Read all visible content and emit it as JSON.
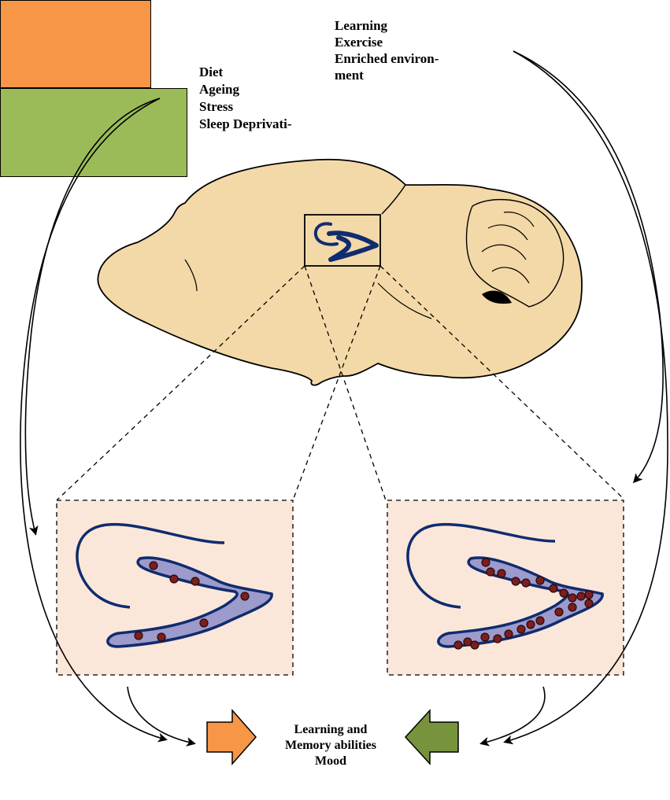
{
  "negative_factors": {
    "items": [
      "Diet",
      "Ageing",
      "Stress",
      "Sleep Deprivati-"
    ],
    "color": "#F79646"
  },
  "positive_factors": {
    "items": [
      "Learning",
      "Exercise",
      "Enriched environ-",
      "ment"
    ],
    "color": "#9BBB59"
  },
  "outcome": {
    "lines": [
      "Learning and",
      "Memory abilities",
      "Mood"
    ]
  },
  "colors": {
    "brain_fill": "#F3D9A8",
    "hippocampus_stroke": "#0F2C6E",
    "dentate_fill": "#9D9ACC",
    "neuron_dot": "#7A1E1E",
    "panel_fill": "#FBE7DA",
    "orange_arrow": "#F79646",
    "green_arrow": "#77933C"
  },
  "icons": [
    "brain-icon",
    "hippocampus-icon",
    "neuron-dot-icon",
    "orange-right-arrow-icon",
    "green-left-arrow-icon"
  ]
}
